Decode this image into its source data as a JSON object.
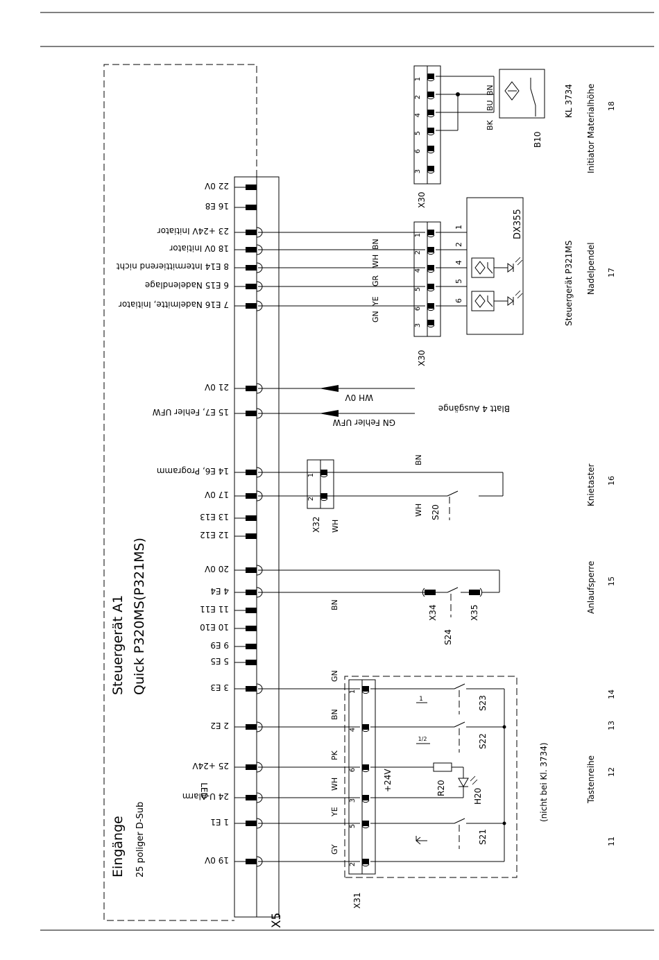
{
  "header": {
    "page_number": ""
  },
  "unit": {
    "title": "Steuergerät A1",
    "subtitle": "Quick P320MS(P321MS)",
    "connector": "X5"
  },
  "inputs_block": {
    "title": "Eingänge",
    "subtitle": "25 poliger D-Sub"
  },
  "x5_pins": [
    {
      "label": "22 0V"
    },
    {
      "label": "16 E8"
    },
    {
      "label": "23 +24V Initiator"
    },
    {
      "label": "18 0V Initiator"
    },
    {
      "label": "8 E14 Intermittierend nicht"
    },
    {
      "label": "6 E15 Nadelendlage"
    },
    {
      "label": "7 E16 Nadelmitte, Initiator"
    },
    {
      "label": "21 0V"
    },
    {
      "label": "15 E7, Fehler UFW"
    },
    {
      "label": "14 E6, Programm"
    },
    {
      "label": "17 0V"
    },
    {
      "label": "13 E13"
    },
    {
      "label": "12 E12"
    },
    {
      "label": "20 0V"
    },
    {
      "label": "4 E4"
    },
    {
      "label": "11 E11"
    },
    {
      "label": "10 E10"
    },
    {
      "label": "9 E9"
    },
    {
      "label": "5 E5"
    },
    {
      "label": "3 E3"
    },
    {
      "label": "2 E2"
    },
    {
      "label": "25 +24V"
    },
    {
      "label": "24 U-Alarm"
    },
    {
      "label": "1 E1"
    },
    {
      "label": "19 0V"
    }
  ],
  "led_note": "LED",
  "sensor18": {
    "connector": "X30",
    "pins": [
      "1",
      "2",
      "4",
      "5",
      "6",
      "3"
    ],
    "wires": [
      "BN",
      "BU",
      "BK"
    ],
    "device": "B10",
    "type": "KL 3734",
    "caption": "Initiator Materialhöhe",
    "ref": "18"
  },
  "pendel17": {
    "connector": "X30",
    "pins": [
      "1",
      "2",
      "4",
      "5",
      "6",
      "3"
    ],
    "wires": [
      "BN",
      "WH",
      "GR",
      "YE",
      "GN"
    ],
    "device": "DX355",
    "numbers": [
      "1",
      "2",
      "4",
      "5",
      "6"
    ],
    "caption_top": "Steuergerät P321MS",
    "caption": "Nadelpendel",
    "ref": "17"
  },
  "outputs_link": {
    "wire_0v": "WH 0V",
    "wire_fehler": "GN Fehler UFW",
    "note": "Blatt 4 Ausgänge"
  },
  "knie16": {
    "connector": "X32",
    "conn_color": "WH",
    "pins": [
      "1",
      "2"
    ],
    "wire_top": "BN",
    "wire_bottom": "WH",
    "switch": "S20",
    "caption": "Knietaster",
    "ref": "16"
  },
  "anlauf15": {
    "wire": "BN",
    "conn_a": "X34",
    "conn_b": "X35",
    "switch": "S24",
    "caption": "Anlaufsperre",
    "ref": "15"
  },
  "tasten": {
    "connector": "X31",
    "pins": [
      "1",
      "4",
      "6",
      "3",
      "5",
      "2"
    ],
    "wires": [
      "GN",
      "BN",
      "PK",
      "WH",
      "YE",
      "GY"
    ],
    "supply": "+24V",
    "switches": [
      "S23",
      "S22",
      "S21"
    ],
    "resistor": "R20",
    "led": "H20",
    "note": "(nicht bei Kl. 3734)",
    "caption": "Tastenreihe",
    "refs": [
      "14",
      "13",
      "12",
      "11"
    ],
    "key_symbols": [
      "1",
      "1/2"
    ]
  }
}
